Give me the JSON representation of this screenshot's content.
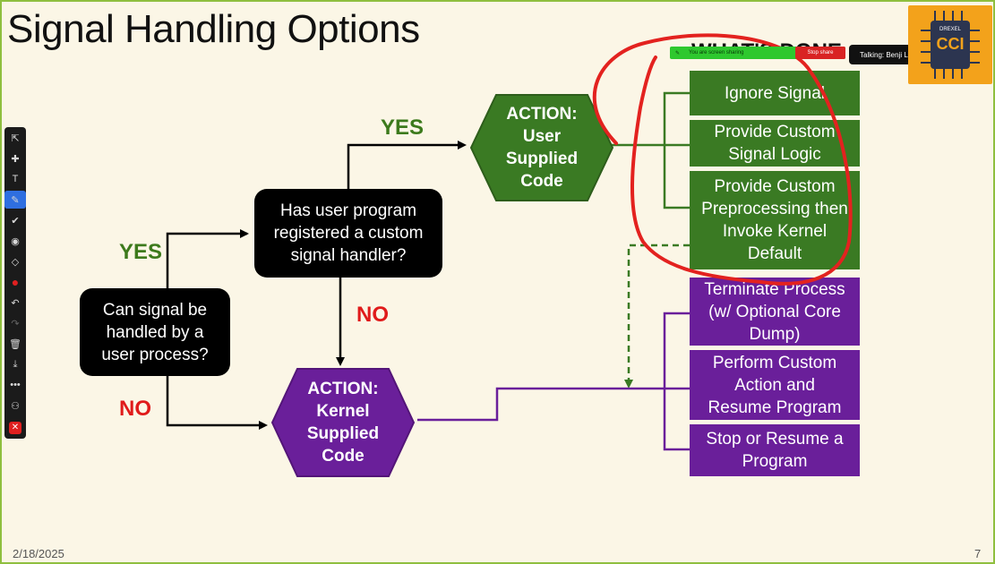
{
  "slide": {
    "title": "Signal Handling Options",
    "date": "2/18/2025",
    "page_number": "7"
  },
  "flow": {
    "q1": "Can signal be handled by a user process?",
    "q2": "Has user program registered a custom signal handler?",
    "yes1": "YES",
    "yes2": "YES",
    "no1": "NO",
    "no2": "NO",
    "user_action": [
      "ACTION:",
      "User",
      "Supplied",
      "Code"
    ],
    "kernel_action": [
      "ACTION:",
      "Kernel",
      "Supplied",
      "Code"
    ]
  },
  "options_heading": "WHAT'S DONE",
  "green_options": [
    "Ignore Signal",
    "Provide Custom Signal Logic",
    "Provide Custom Preprocessing then Invoke Kernel Default"
  ],
  "purple_options": [
    "Terminate Process (w/ Optional Core Dump)",
    "Perform Custom Action and Resume Program",
    "Stop or Resume a Program"
  ],
  "screen_share": {
    "sharing_text": "You are screen sharing",
    "stop_label": "Stop share",
    "talking": "Talking: Benji Lilley"
  },
  "logo": {
    "top": "DREXEL",
    "bottom": "CCI"
  },
  "colors": {
    "green": "#3a7a23",
    "purple": "#6a1f9a",
    "yes_text": "#3c7a1c",
    "no_text": "#e01b1b",
    "annotation": "#e3221f"
  },
  "toolbar_icons": [
    "pointer-icon",
    "plus-icon",
    "text-icon",
    "pen-icon",
    "check-icon",
    "target-icon",
    "eraser-icon",
    "red-dot-icon",
    "undo-icon",
    "redo-icon",
    "trash-icon",
    "download-icon",
    "more-icon",
    "people-icon",
    "close-icon"
  ]
}
